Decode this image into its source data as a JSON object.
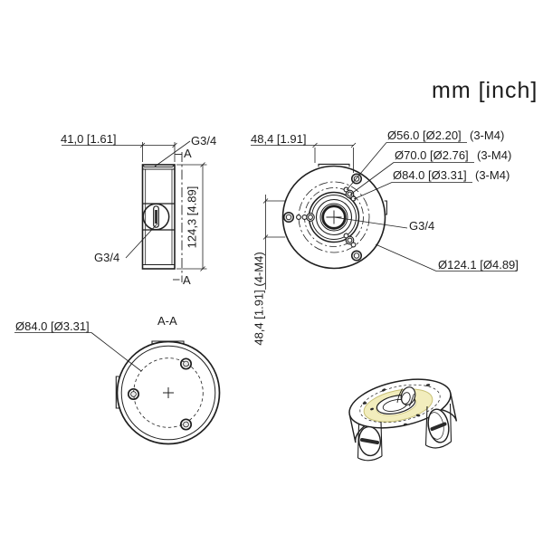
{
  "title_units": "mm [inch]",
  "side_view": {
    "width_dim": "41,0 [1.61]",
    "height_dim": "124,3 [4.89]",
    "top_thread_label": "G3/4",
    "side_thread_label": "G3/4",
    "section_letter_top": "A",
    "section_letter_bottom": "A"
  },
  "front_view": {
    "horizontal_spacing_dim": "48,4 [1.91]",
    "vertical_spacing_dim": "48,4 [1.91] (4-M4)",
    "bolt_circles": [
      {
        "dim": "Ø56.0 [Ø2.20]",
        "note": "(3-M4)"
      },
      {
        "dim": "Ø70.0 [Ø2.76]",
        "note": "(3-M4)"
      },
      {
        "dim": "Ø84.0 [Ø3.31]",
        "note": "(3-M4)"
      }
    ],
    "center_thread_label": "G3/4",
    "outer_diameter_dim": "Ø124.1 [Ø4.89]"
  },
  "section_view": {
    "label": "A-A",
    "bolt_circle_dim": "Ø84.0 [Ø3.31]"
  },
  "colors": {
    "line": "#1f1f1f",
    "highlight_fill": "#f2edbd",
    "highlight_edge": "#c9c176"
  }
}
